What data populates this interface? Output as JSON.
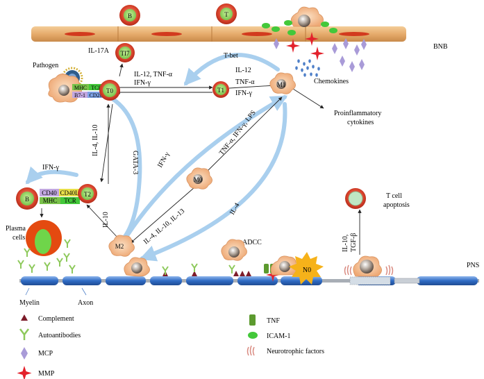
{
  "cells": {
    "top_b": "B",
    "top_t": "T",
    "th17": "TI7",
    "t0": "T0",
    "t1": "T1",
    "m1": "M1",
    "t2": "T2",
    "b": "B",
    "m0": "M0",
    "m2": "M2",
    "n0": "N0"
  },
  "labels": {
    "bnb": "BNB",
    "il17a": "IL-17A",
    "pathogen": "Pathogen",
    "mhc": "MHC",
    "tcr": "TCR",
    "b7_1": "B7-1",
    "cd28": "CD28",
    "il12_tnf": "IL-12, TNF-α",
    "ifn_g_1": "IFN-γ",
    "tbet": "T-bet",
    "il12": "IL-12",
    "tnf_a": "TNF-α",
    "ifn_g_2": "IFN-γ",
    "chemokines": "Chemokines",
    "proinflam_1": "Proinflammatory",
    "proinflam_2": "cytokines",
    "il4_il10": "IL-4, IL-10",
    "gata3": "GATA-3",
    "ifn_g_3": "IFN-γ",
    "ifn_g_4": "IFN-γ",
    "tnf_ifn_lps": "TNF-α, IFN-γ, LPS",
    "cd40": "CD40",
    "cd40l": "CD40L",
    "mhc2": "MHC",
    "tcr2": "TCR",
    "il10": "IL-10",
    "il4_il10_il13": "IL-4, IL-10, IL-13",
    "il4": "IL-4",
    "adcc": "ADCC",
    "tcell_apop_1": "T cell",
    "tcell_apop_2": "apoptosis",
    "il10_tgf_1": "IL-10,",
    "il10_tgf_2": "TGF-β",
    "pns": "PNS",
    "plasma_1": "Plasma",
    "plasma_2": "cells",
    "myelin": "Myelin",
    "axon": "Axon"
  },
  "legend": [
    {
      "name": "complement",
      "label": "Complement"
    },
    {
      "name": "autoantibodies",
      "label": "Autoantibodies"
    },
    {
      "name": "mcp",
      "label": "MCP"
    },
    {
      "name": "mmp",
      "label": "MMP"
    },
    {
      "name": "tnf",
      "label": "TNF"
    },
    {
      "name": "icam",
      "label": "ICAM-1"
    },
    {
      "name": "neurotrophic",
      "label": "Neurotrophic factors"
    }
  ],
  "colors": {
    "cell_red": "#d9432c",
    "cell_green": "#8fce5a",
    "macrophage": "#f2b98a",
    "vessel": "#e8b477",
    "arrow_blue": "#a9cfee",
    "axon_blue": "#2f6bc4",
    "mcp_purple": "#a99bd8",
    "chemokine_blue": "#4e7fc8",
    "mmp_red": "#e3212b",
    "complement": "#7d1c2a",
    "antibody": "#8ec95c",
    "tnf": "#5c9a2e",
    "icam": "#43c83a",
    "n0_yellow": "#f6b21a"
  }
}
